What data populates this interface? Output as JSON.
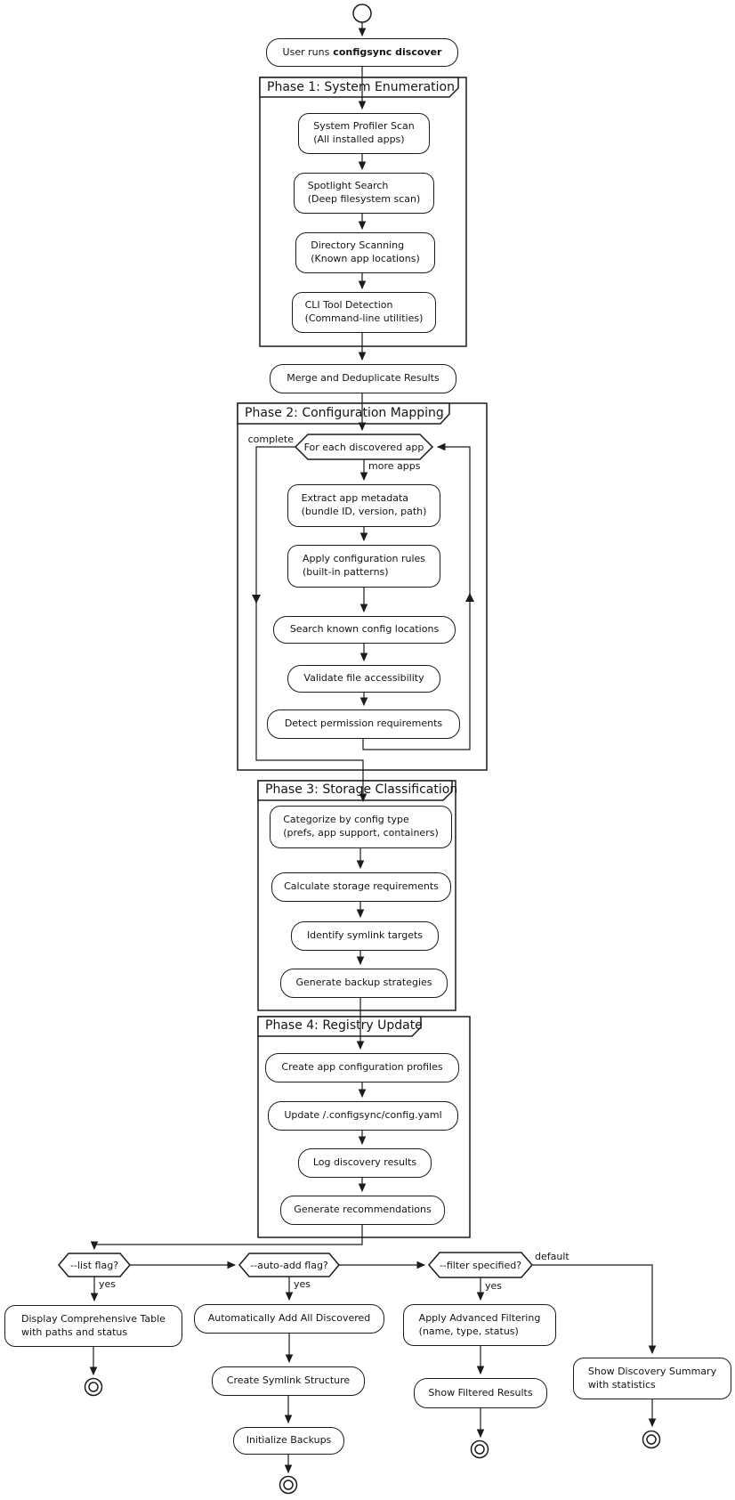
{
  "flow": {
    "start": {
      "prefix": "User runs",
      "command": "configsync discover"
    },
    "phase1": {
      "title": "Phase 1: System Enumeration",
      "steps": [
        "System Profiler Scan\n(All installed apps)",
        "Spotlight Search\n(Deep filesystem scan)",
        "Directory Scanning\n(Known app locations)",
        "CLI Tool Detection\n(Command-line utilities)"
      ]
    },
    "merge": "Merge and Deduplicate Results",
    "phase2": {
      "title": "Phase 2: Configuration Mapping",
      "loop": {
        "condition": "For each discovered app",
        "exit": "complete",
        "continue": "more apps"
      },
      "steps": [
        "Extract app metadata\n(bundle ID, version, path)",
        "Apply configuration rules\n(built-in patterns)",
        "Search known config locations",
        "Validate file accessibility",
        "Detect permission requirements"
      ]
    },
    "phase3": {
      "title": "Phase 3: Storage Classification",
      "steps": [
        "Categorize by config type\n(prefs, app support, containers)",
        "Calculate storage requirements",
        "Identify symlink targets",
        "Generate backup strategies"
      ]
    },
    "phase4": {
      "title": "Phase 4: Registry Update",
      "steps": [
        "Create app configuration profiles",
        "Update /.configsync/config.yaml",
        "Log discovery results",
        "Generate recommendations"
      ]
    },
    "decisions": {
      "list": {
        "label": "--list flag?",
        "yes": "yes"
      },
      "auto_add": {
        "label": "--auto-add flag?",
        "yes": "yes"
      },
      "filter": {
        "label": "--filter specified?",
        "yes": "yes",
        "default_label": "default"
      }
    },
    "branches": {
      "list": [
        "Display Comprehensive Table\nwith paths and status"
      ],
      "auto_add": [
        "Automatically Add All Discovered",
        "Create Symlink Structure",
        "Initialize Backups"
      ],
      "filter": [
        "Apply Advanced Filtering\n(name, type, status)",
        "Show Filtered Results"
      ],
      "default": [
        "Show Discovery Summary\nwith statistics"
      ]
    },
    "colors": {
      "stroke": "#1c1c1c",
      "fill": "#ffffff"
    }
  }
}
